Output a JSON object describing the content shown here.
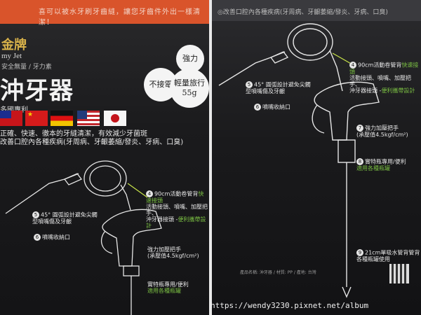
{
  "left_panel": {
    "top_strip": "喜可以被水牙刷牙齒縫，讓您牙齒件外出一樣清潔！",
    "brand": "金牌",
    "brand_sub": "my Jet",
    "brand_tag": "安全無量 / 牙力素",
    "product_title": "沖牙器",
    "patent": "多國專利",
    "badges": {
      "power": "不接電",
      "strength": "強力",
      "travel_line1": "輕量旅行",
      "travel_line2": "55g"
    },
    "description_line1": "正確、快速、徹本的牙縫清潔，有效減少牙菌斑",
    "description_line2": "改善口腔內各種疾病(牙周病、牙齦萎縮/發炎、牙病、口臭)",
    "callouts": {
      "c4_num": "4",
      "c4_text": "90cm活動卷管背",
      "c4_green": "快速接頭",
      "c4_text2": "活動接頭、噴嘴、加壓把手、",
      "c4_text3": "沖牙器接頭 -",
      "c4_green2": "便利攜帶設計",
      "c5_num": "5",
      "c5_text": "45° 圓弧設計避免尖觸",
      "c5_text2": "型噴嘴傷及牙齦",
      "c6_num": "6",
      "c6_text": "噴嘴收納口",
      "c7_text": "強力加壓把手",
      "c7_text2": "(承壓值4.5kgf/cm²)",
      "c8_text": "實特瓶專用/便利",
      "c8_text2": "適用各種瓶罐"
    }
  },
  "right_panel": {
    "top_text": "◎改善口腔內各種疾病(牙周病、牙齦萎縮/發炎、牙病、口臭)",
    "callouts": {
      "c4_num": "4",
      "c4_text": "90cm活動卷管背",
      "c4_green": "快速接頭",
      "c4_text2": "活動接頭、噴嘴、加壓把手、",
      "c4_text3": "沖牙器接頭 -",
      "c4_green2": "便利攜帶設計",
      "c5_num": "5",
      "c5_text": "45° 圓弧設計避免尖觸",
      "c5_text2": "型噴嘴傷及牙齦",
      "c6_num": "6",
      "c6_text": "噴嘴收納口",
      "c7_num": "7",
      "c7_text": "強力加壓把手",
      "c7_text2": "(承壓值4.5kgf/cm²)",
      "c8_num": "8",
      "c8_text": "實特瓶專用/便利",
      "c8_text2": "適用各種瓶罐",
      "c9_num": "9",
      "c9_text": "21cm單吸水管背管背",
      "c9_text2": "各種瓶罐使用"
    },
    "fineprint": "產品名稱: 沖牙器 / 材質: PP / 產地: 台灣"
  },
  "watermark": "https://wendy3230.pixnet.net/album"
}
